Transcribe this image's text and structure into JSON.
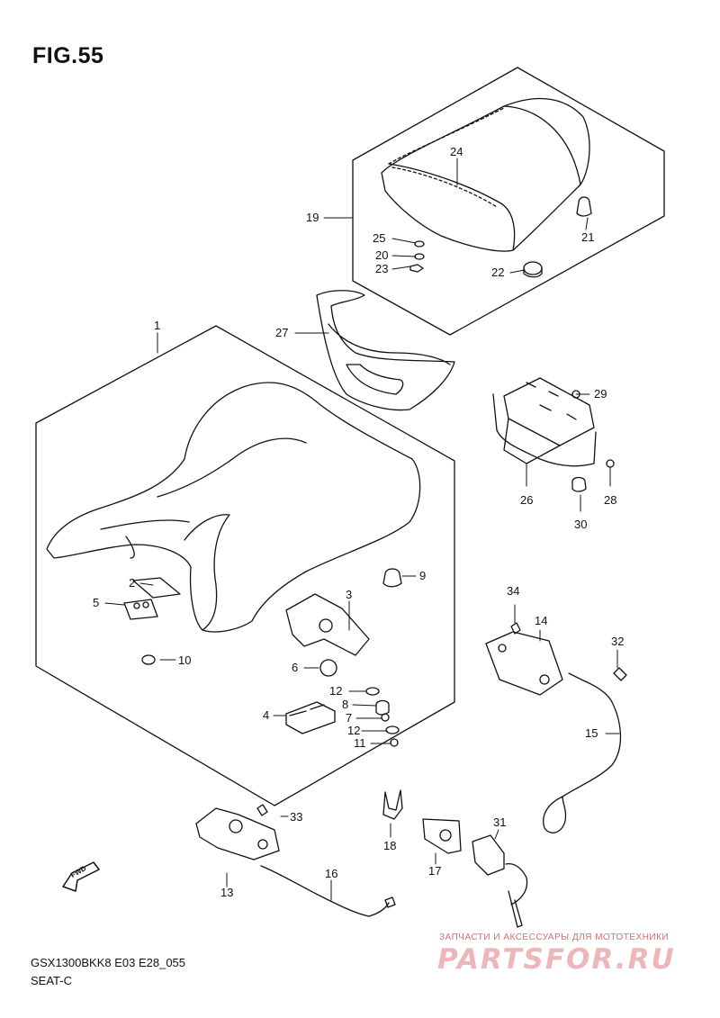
{
  "figure": {
    "title": "FIG.55",
    "model_code": "GSX1300BKK8 E03 E28_055",
    "section_name": "SEAT-C"
  },
  "fwd_label": "FWD",
  "watermark": {
    "tagline": "ЗАПЧАСТИ И АКСЕССУАРЫ ДЛЯ МОТОТЕХНИКИ",
    "logo": "PARTSFOR.RU"
  },
  "callouts": [
    "1",
    "2",
    "3",
    "4",
    "5",
    "6",
    "7",
    "8",
    "9",
    "10",
    "11",
    "12",
    "12",
    "13",
    "14",
    "15",
    "16",
    "17",
    "18",
    "19",
    "20",
    "21",
    "22",
    "23",
    "24",
    "25",
    "26",
    "27",
    "28",
    "29",
    "30",
    "31",
    "32",
    "33",
    "34"
  ]
}
